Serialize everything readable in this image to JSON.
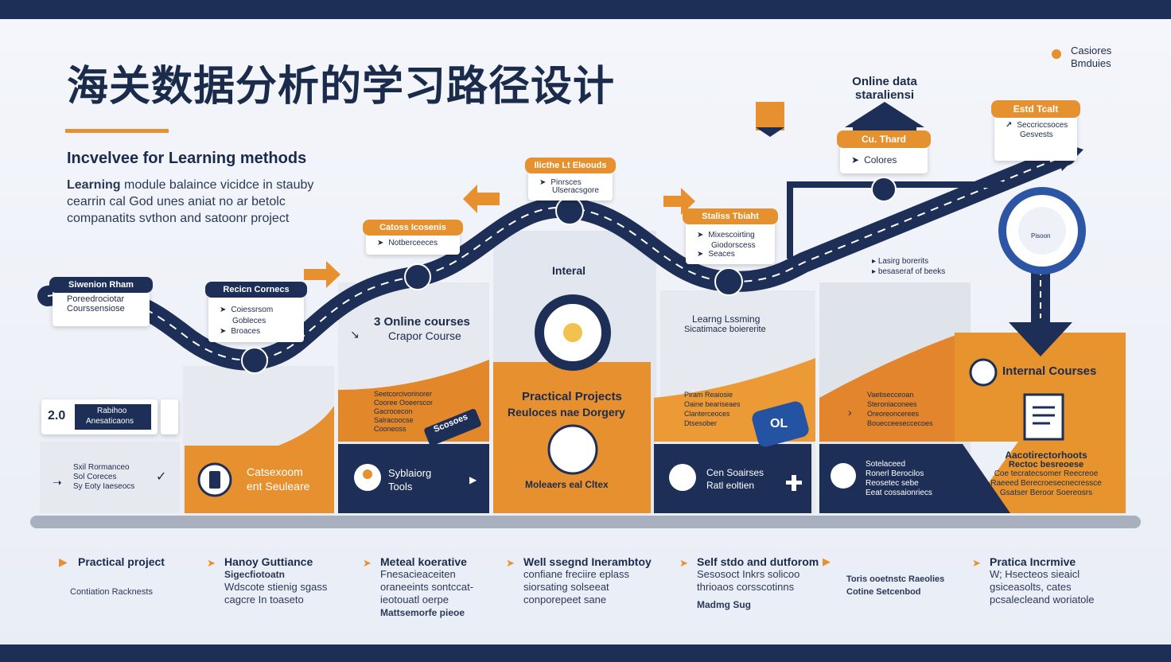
{
  "title": "海关数据分析的学习路径设计",
  "subtitle": "Incvelvee for Learning methods",
  "intro": {
    "lead": "Learning",
    "line1": " module balaince vicidce in stauby",
    "line2": "cearrin cal God unes aniat no ar betolc",
    "line3": "companatits svthon and satoonr project"
  },
  "legend_tr": {
    "line1": "Casiores",
    "line2": "Bmduies"
  },
  "online_data": {
    "line1": "Online data",
    "line2": "staraliensi"
  },
  "stage_cards": {
    "c1": {
      "header": "Siwenion Rham",
      "l1": "Poreedrociotar",
      "l2": "Courssensiose"
    },
    "c2": {
      "header": "Recicn Cornecs",
      "l1": "Coiessrsom",
      "l2": "Gobleces",
      "l3": "Broaces"
    },
    "c3": {
      "header": "Catoss Icosenis",
      "l1": "Notberceeces"
    },
    "c4": {
      "header": "Ilicthe Lt Eleouds",
      "l1": "Pinrsces",
      "l2": "Ulseracsgore"
    },
    "c5": {
      "header": "Staliss Tbiaht",
      "l1": "Mixescoirting",
      "l2": "Giodorscess",
      "l3": "Seaces"
    },
    "c6": {
      "header": "Cu. Thard",
      "l1": "Colores"
    },
    "c7": {
      "header": "Estd Tcalt",
      "l1": "Seccriccsoces",
      "l2": "Gesvests"
    }
  },
  "badge_20": {
    "num": "2.0",
    "l1": "Rabihoo",
    "l2": "Anesaticaons"
  },
  "panels": {
    "p1": {
      "items": [
        "Sxil Rormanceo",
        "Sol Coreces",
        "Sy Eoty Iaeseocs"
      ]
    },
    "p2": {
      "label1": "Catsexoom",
      "label2": "ent Seuleare"
    },
    "p3": {
      "heading1": "3 Online courses",
      "heading2": "Crapor Course",
      "items": [
        "Seetcorcivorinorer",
        "Cooree Ooeerscor",
        "Gacrocecon",
        "Salracoocse",
        "Cooneoss"
      ],
      "badge": "Scosoes",
      "tool1": "Syblaiorg",
      "tool2": "Tools"
    },
    "p4": {
      "label": "Interal",
      "heading1": "Practical Projects",
      "heading2": "Reuloces nae Dorgery",
      "footer": "Moleaers eal Cltex"
    },
    "p5": {
      "heading1": "Learng Lssming",
      "heading2": "Sicatimace boiererite",
      "items": [
        "Piram Reaiosie",
        "Oaine beariseaes",
        "Clanterceoces",
        "Dtsesober"
      ],
      "badge": "OL",
      "cert1": "Cen Soairses",
      "cert2": "Ratl eoltien"
    },
    "p6": {
      "bullets": [
        "Lasirg borerits",
        "besaseraf of beeks"
      ],
      "items": [
        "Vaetisecceoan",
        "Steroniaconees",
        "Oreoreoncerees",
        "Bouecceeseccecoes"
      ],
      "side1": "Sotelaceed",
      "side2": "Ronerl Berocilos",
      "side3": "Reosetec sebe",
      "side4": "Eeat cossaionriecs"
    },
    "p7": {
      "heading": "Internal Courses",
      "line1": "Aacotirectorhoots",
      "line2": "Rectoc besreoese",
      "line3": "Coe tecratecsomer Reecreoe",
      "line4": "Raeeed Berecroesecnecressce",
      "line5": "Gsatser Beroor Soereosrs"
    },
    "circle_r": "Pisoon"
  },
  "footer": [
    {
      "h": "Practical project",
      "l1": "",
      "l2": "Contiation Racknests",
      "l3": ""
    },
    {
      "h": "Hanoy Guttiance",
      "l1": "Sigecfiotoatn",
      "l2": "Wdscote stienig sgass",
      "l3": "cagcre In toaseto"
    },
    {
      "h": "Meteal koerative",
      "l1": "Fnesacieaceiten",
      "l2": "oraneeints sontccat-",
      "l3": "ieotouatl oerpe",
      "l4": "Mattsemorfe pieoe"
    },
    {
      "h": "Well ssegnd Inerambtoy",
      "l1": "confiane freciire eplass",
      "l2": "siorsating solseeat",
      "l3": "conporepeet sane"
    },
    {
      "h": "Self stdo and dutforom",
      "l1": "Sesosoct Inkrs solicoo",
      "l2": "thrioaos corsscotinns",
      "l3": "Madmg Sug"
    },
    {
      "h": "",
      "l1": "Toris ooetnstc Raeolies",
      "l2": "Cotine Setcenbod",
      "l3": ""
    },
    {
      "h": "Pratica Incrmive",
      "l1": "W; Hsecteos sieaicl",
      "l2": "gsiceasolts, cates",
      "l3": "pcsalecleand woriatole"
    }
  ]
}
